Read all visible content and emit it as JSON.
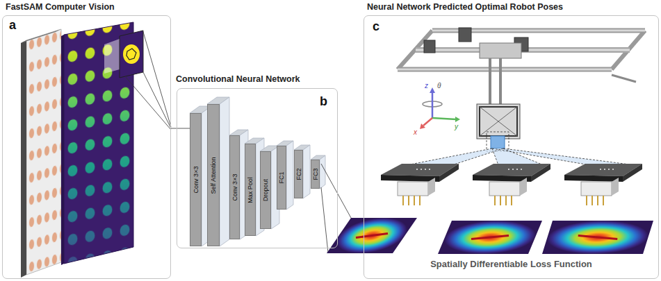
{
  "diagram": {
    "nodes": [
      {
        "text": [
          "FastSAM Computer Vision",
          "a"
        ]
      },
      {
        "text": [
          "Convolutional Neural Network",
          "b"
        ]
      },
      {
        "text": [
          "Conv 3×3"
        ],
        "in": 1
      },
      {
        "text": [
          "Self Attention"
        ],
        "in": 1
      },
      {
        "text": [
          "Conv 3×3"
        ],
        "in": 1
      },
      {
        "text": [
          "Max Pool"
        ],
        "in": 1
      },
      {
        "text": [
          "Dropout"
        ],
        "in": 1
      },
      {
        "text": [
          "FC1"
        ],
        "in": 1
      },
      {
        "text": [
          "FC2"
        ],
        "in": 1
      },
      {
        "text": [
          "FC3"
        ],
        "in": 1
      },
      {
        "text": [
          "Neural Network Predicted Optimal Robot Poses",
          "c",
          "Spatially Differentiable Loss Function"
        ]
      }
    ],
    "edges": [
      {
        "from": 0,
        "to": 2,
        "arrow": "none"
      }
    ],
    "labels": [
      "z",
      "θ",
      "x",
      "y"
    ]
  }
}
